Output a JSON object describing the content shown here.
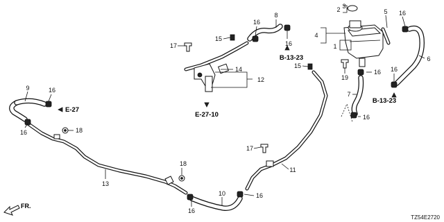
{
  "diagram": {
    "callouts": [
      {
        "id": "c1",
        "text": "1"
      },
      {
        "id": "c2",
        "text": "2"
      },
      {
        "id": "c3",
        "text": "3"
      },
      {
        "id": "c4",
        "text": "4"
      },
      {
        "id": "c5",
        "text": "5"
      },
      {
        "id": "c6",
        "text": "6"
      },
      {
        "id": "c7",
        "text": "7"
      },
      {
        "id": "c8",
        "text": "8"
      },
      {
        "id": "c9",
        "text": "9"
      },
      {
        "id": "c10",
        "text": "10"
      },
      {
        "id": "c11",
        "text": "11"
      },
      {
        "id": "c12",
        "text": "12"
      },
      {
        "id": "c13",
        "text": "13"
      },
      {
        "id": "c14",
        "text": "14"
      },
      {
        "id": "c15a",
        "text": "15"
      },
      {
        "id": "c15b",
        "text": "15"
      },
      {
        "id": "c16a",
        "text": "16"
      },
      {
        "id": "c16b",
        "text": "16"
      },
      {
        "id": "c16c",
        "text": "16"
      },
      {
        "id": "c16d",
        "text": "16"
      },
      {
        "id": "c16e",
        "text": "16"
      },
      {
        "id": "c16f",
        "text": "16"
      },
      {
        "id": "c16g",
        "text": "16"
      },
      {
        "id": "c16h",
        "text": "16"
      },
      {
        "id": "c16i",
        "text": "16"
      },
      {
        "id": "c16j",
        "text": "16"
      },
      {
        "id": "c16k",
        "text": "16"
      },
      {
        "id": "c17a",
        "text": "17"
      },
      {
        "id": "c17b",
        "text": "17"
      },
      {
        "id": "c18a",
        "text": "18"
      },
      {
        "id": "c18b",
        "text": "18"
      },
      {
        "id": "c19",
        "text": "19"
      }
    ],
    "references": [
      {
        "id": "ref-e27",
        "text": "E-27"
      },
      {
        "id": "ref-e2710",
        "text": "E-27-10"
      },
      {
        "id": "ref-b1323a",
        "text": "B-13-23"
      },
      {
        "id": "ref-b1323b",
        "text": "B-13-23"
      }
    ],
    "direction_label": "FR.",
    "diagram_code": "TZ54E2720"
  }
}
